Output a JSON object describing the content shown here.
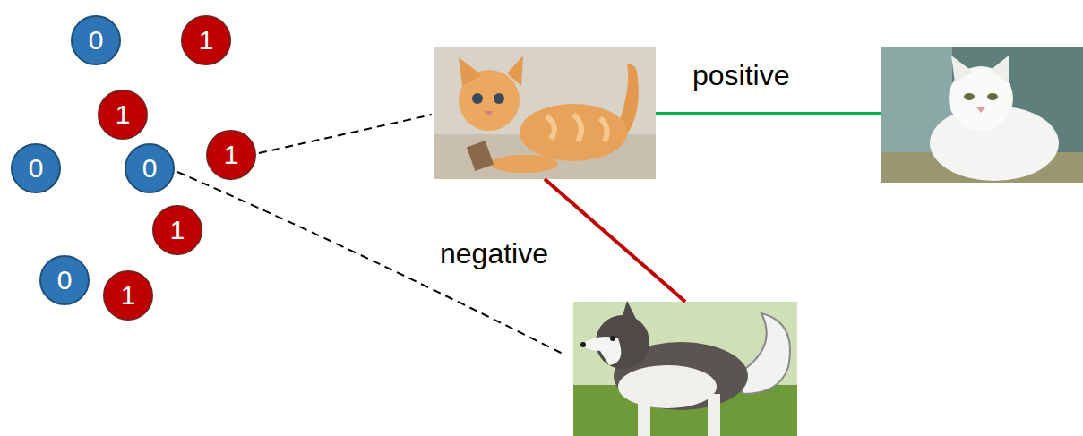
{
  "diagram": {
    "nodes": [
      {
        "text": [
          "0"
        ]
      },
      {
        "text": [
          "1"
        ]
      },
      {
        "text": [
          "1"
        ]
      },
      {
        "text": [
          "1"
        ]
      },
      {
        "text": [
          "0"
        ]
      },
      {
        "text": [
          "0"
        ]
      },
      {
        "text": [
          "1"
        ]
      },
      {
        "text": [
          "0"
        ]
      },
      {
        "text": [
          "1"
        ]
      }
    ],
    "labels": [
      "positive",
      "negative"
    ]
  }
}
